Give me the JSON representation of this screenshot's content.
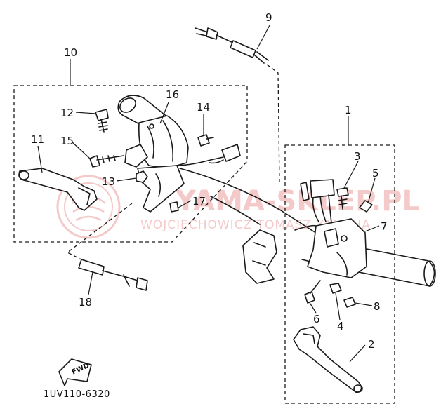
{
  "callouts": {
    "n1": "1",
    "n2": "2",
    "n3": "3",
    "n4": "4",
    "n5": "5",
    "n6": "6",
    "n7": "7",
    "n8": "8",
    "n9": "9",
    "n10": "10",
    "n11": "11",
    "n12": "12",
    "n13": "13",
    "n14": "14",
    "n15": "15",
    "n16": "16",
    "n17": "17",
    "n18": "18"
  },
  "part_code": "1UV110-6320",
  "fwd_label": "FWD",
  "watermark": {
    "main": "YAMA-SKLEP.PL",
    "sub": "WOJCIECHOWICZ TOMASZ YAMAHA"
  }
}
